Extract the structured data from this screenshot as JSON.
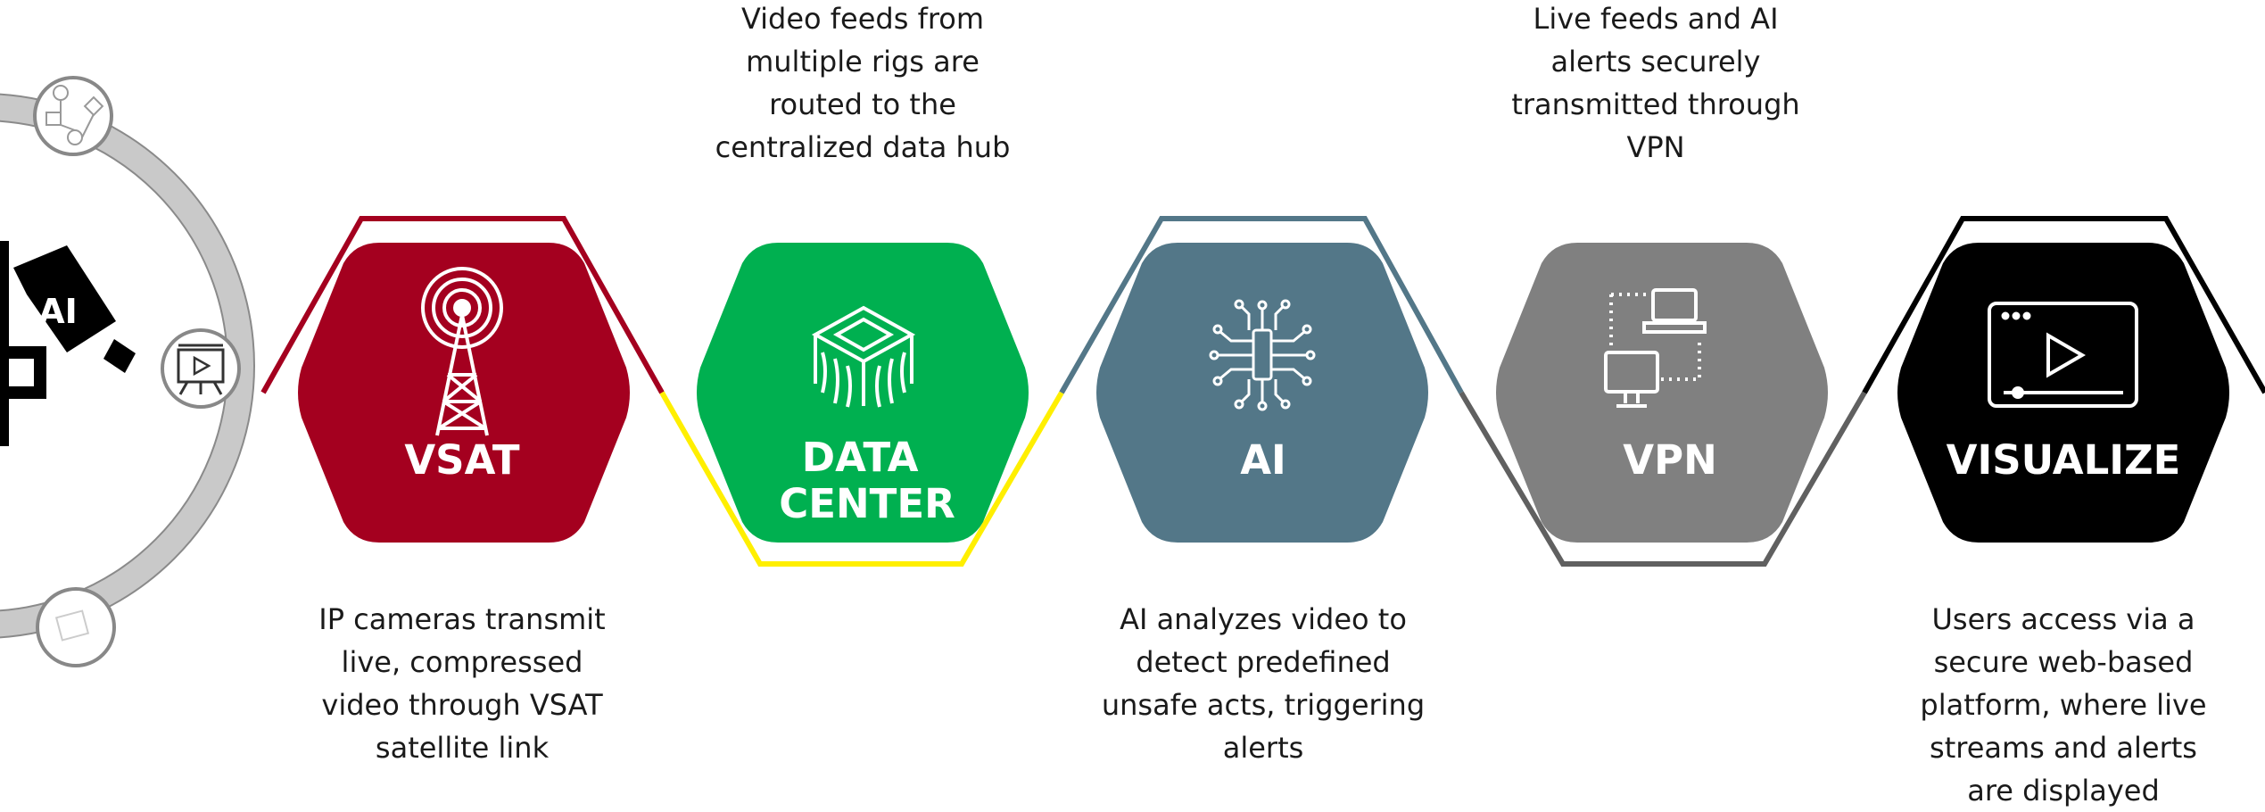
{
  "hub": {
    "camera_label": "AI"
  },
  "steps": [
    {
      "label": "VSAT",
      "color": "#a4001f",
      "border": "#a4001f",
      "icon": "antenna-tower-icon",
      "description": [
        "IP cameras transmit",
        "live, compressed",
        "video through VSAT",
        "satellite link"
      ]
    },
    {
      "label_lines": [
        "DATA",
        "CENTER"
      ],
      "color": "#00b050",
      "border": "#ffef00",
      "icon": "chip-icon",
      "description": [
        "Video feeds from",
        "multiple rigs are",
        "routed to the",
        "centralized data hub"
      ]
    },
    {
      "label": "AI",
      "color": "#537788",
      "border": "#537788",
      "icon": "circuit-icon",
      "description": [
        "AI analyzes video to",
        "detect predefined",
        "unsafe acts, triggering",
        "alerts"
      ]
    },
    {
      "label": "VPN",
      "color": "#808080",
      "border": "#606060",
      "icon": "network-devices-icon",
      "description": [
        "Live feeds and AI",
        "alerts securely",
        "transmitted through",
        "VPN"
      ]
    },
    {
      "label": "VISUALIZE",
      "color": "#000000",
      "border": "#000000",
      "icon": "video-player-icon",
      "description": [
        "Users access via a",
        "secure web-based",
        "platform, where live",
        "streams and alerts",
        "are displayed"
      ]
    }
  ]
}
